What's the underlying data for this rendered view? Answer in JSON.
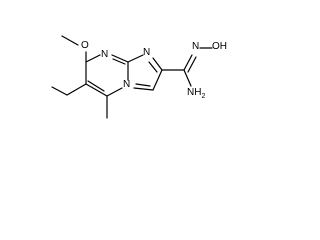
{
  "molecule": {
    "atoms": {
      "o_methoxy": "O",
      "n_pyrimidine": "N",
      "n_imidazole": "N",
      "n_bridgehead": "N",
      "n_oxime": "N",
      "oh": "OH",
      "nh2_main": "NH",
      "nh2_sub": "2"
    }
  }
}
